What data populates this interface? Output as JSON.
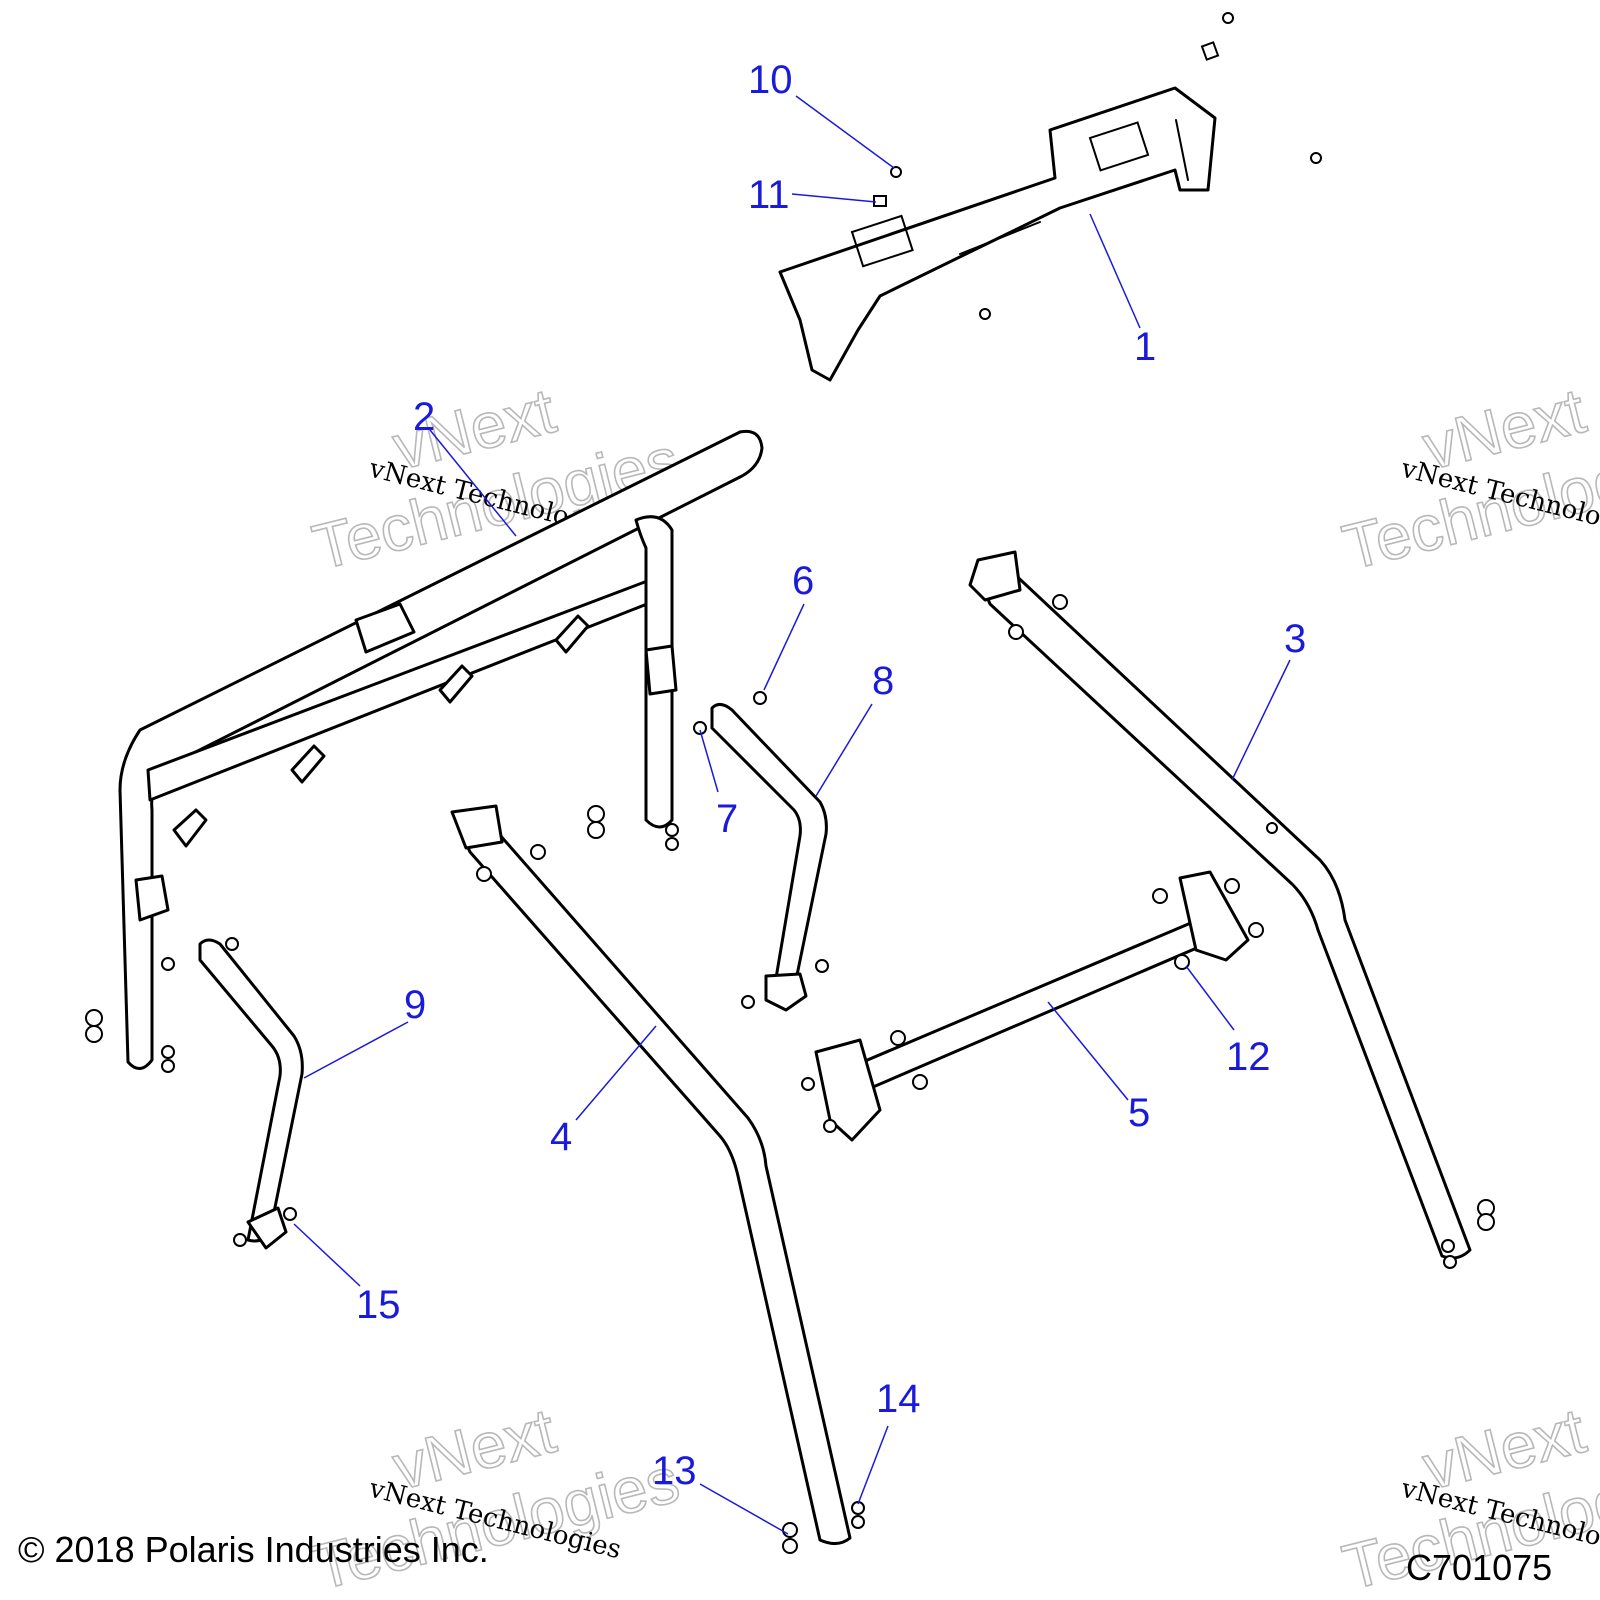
{
  "diagram": {
    "reference_code": "C701075",
    "copyright": "© 2018 Polaris Industries Inc.",
    "watermark": {
      "brand": "vNext",
      "word": "Technologies",
      "line": "vNext Technologies"
    },
    "callouts": [
      "1",
      "2",
      "3",
      "4",
      "5",
      "6",
      "7",
      "8",
      "9",
      "10",
      "11",
      "12",
      "13",
      "14",
      "15"
    ],
    "colors": {
      "callout": "#1a1adb",
      "line": "#000000",
      "watermark": "#b8b8b8"
    }
  }
}
